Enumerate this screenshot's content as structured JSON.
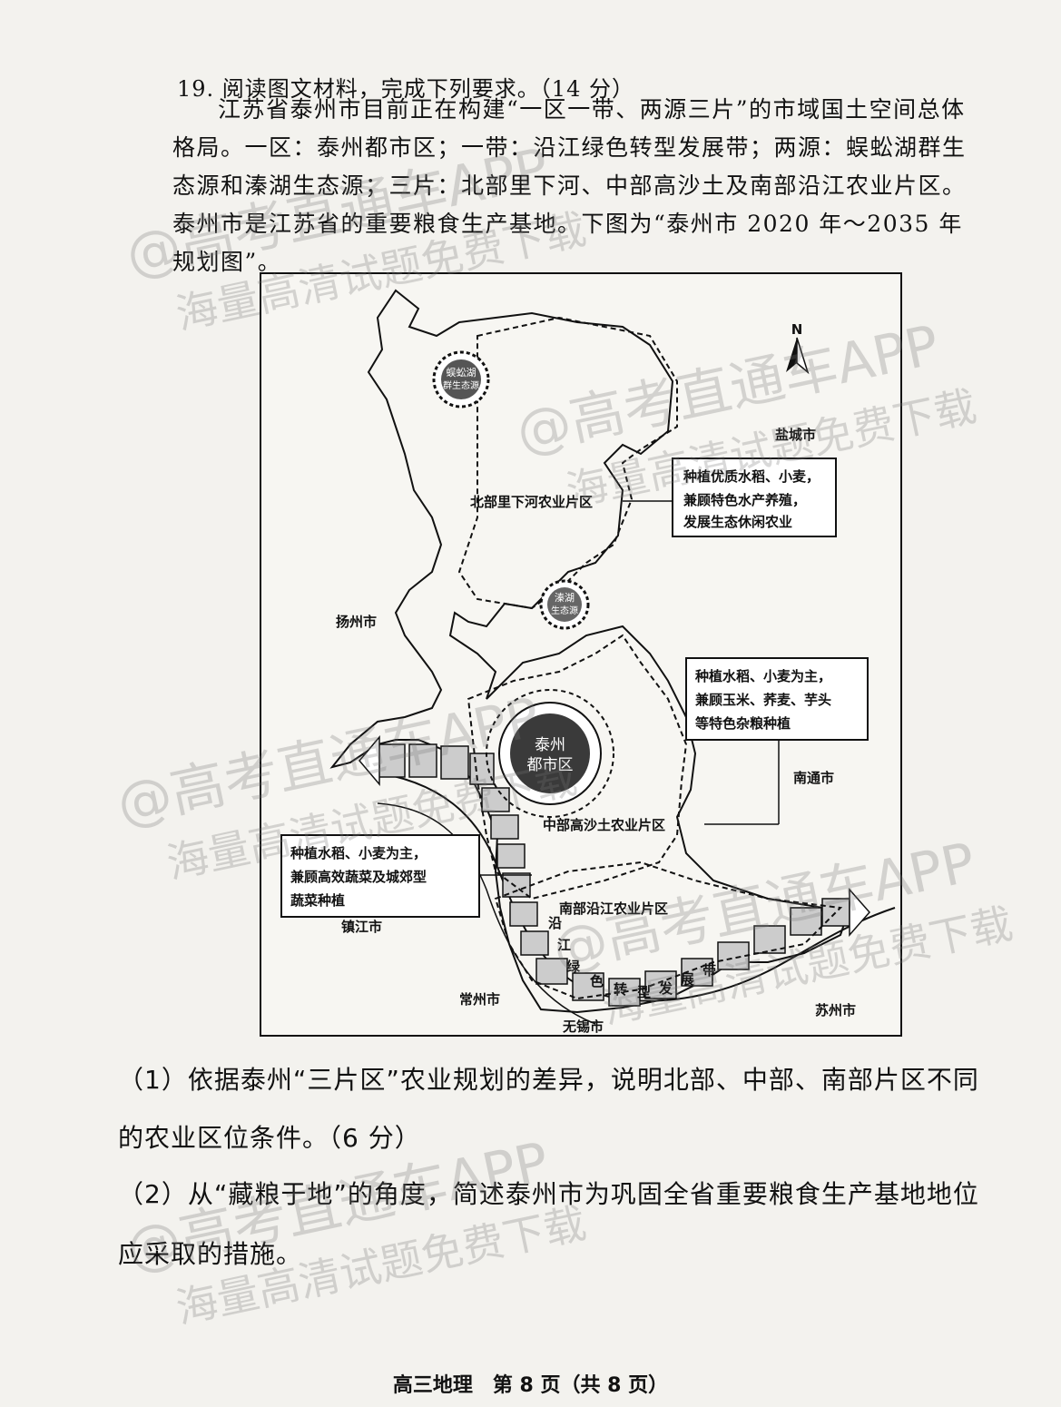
{
  "question": {
    "title": "19. 阅读图文材料，完成下列要求。（14 分）",
    "paragraph": "江苏省泰州市目前正在构建“一区一带、两源三片”的市域国土空间总体格局。一区：泰州都市区；一带：沿江绿色转型发展带；两源：蜈蚣湖群生态源和溱湖生态源；三片：北部里下河、中部高沙土及南部沿江农业片区。泰州市是江苏省的重要粮食生产基地。下图为“泰州市 2020 年～2035 年规划图”。"
  },
  "map": {
    "north": "N",
    "cities": {
      "yancheng": "盐城市",
      "yangzhou": "扬州市",
      "nantong": "南通市",
      "zhenjiang": "镇江市",
      "changzhou": "常州市",
      "wuxi": "无锡市",
      "suzhou": "苏州市"
    },
    "eco_sources": {
      "wugong_l1": "蜈蚣湖",
      "wugong_l2": "群生态源",
      "qinhu_l1": "溱湖",
      "qinhu_l2": "生态源"
    },
    "metro": {
      "l1": "泰州",
      "l2": "都市区"
    },
    "zones": {
      "north": "北部里下河农业片区",
      "middle": "中部高沙土农业片区",
      "south": "南部沿江农业片区"
    },
    "belt": [
      "沿",
      "江",
      "绿",
      "色",
      "转",
      "型",
      "发",
      "展",
      "带"
    ],
    "boxes": {
      "north": [
        "种植优质水稻、小麦，",
        "兼顾特色水产养殖，",
        "发展生态休闲农业"
      ],
      "middle": [
        "种植水稻、小麦为主，",
        "兼顾玉米、荞麦、芋头",
        "等特色杂粮种植"
      ],
      "south": [
        "种植水稻、小麦为主，",
        "兼顾高效蔬菜及城郊型",
        "蔬菜种植"
      ]
    }
  },
  "sub_questions": {
    "q1_line1": "（1）依据泰州“三片区”农业规划的差异，说明北部、中部、南部片区不同",
    "q1_line2": "的农业区位条件。（6 分）",
    "q2_line1": "（2）从“藏粮于地”的角度，简述泰州市为巩固全省重要粮食生产基地地位",
    "q2_line2": "应采取的措施。"
  },
  "footer": "高三地理　第 8 页（共 8 页）",
  "watermark": {
    "line1": "@高考直通车APP",
    "line2": "海量高清试题免费下载"
  }
}
